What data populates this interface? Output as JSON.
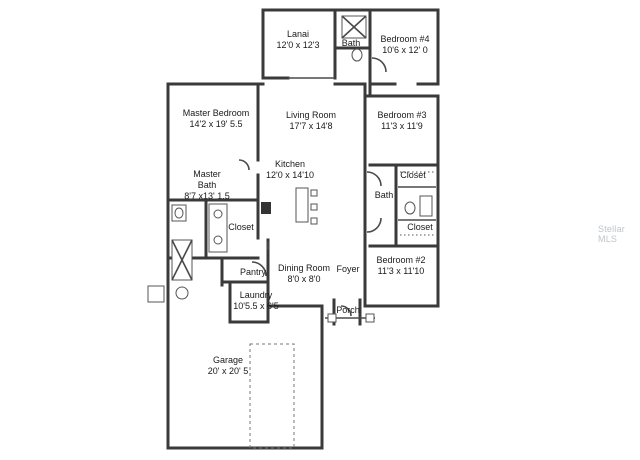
{
  "rooms": {
    "lanai": {
      "name": "Lanai",
      "dim": "12'0 x 12'3"
    },
    "bath_upper": {
      "name": "Bath"
    },
    "bedroom4": {
      "name": "Bedroom #4",
      "dim": "10'6 x 12' 0"
    },
    "master_bedroom": {
      "name": "Master Bedroom",
      "dim": "14'2 x 19' 5.5"
    },
    "living_room": {
      "name": "Living Room",
      "dim": "17'7 x 14'8"
    },
    "bedroom3": {
      "name": "Bedroom #3",
      "dim": "11'3 x 11'9"
    },
    "kitchen": {
      "name": "Kitchen",
      "dim": "12'0 x 14'10"
    },
    "master_bath": {
      "name": "Master",
      "name2": "Bath",
      "dim": "8'7 x13' 1.5"
    },
    "closet_master": {
      "name": "Closet"
    },
    "closet_b3": {
      "name": "Closet"
    },
    "bath_mid": {
      "name": "Bath"
    },
    "closet_b2": {
      "name": "Closet"
    },
    "pantry": {
      "name": "Pantry"
    },
    "dining_room": {
      "name": "Dining Room",
      "dim": "8'0 x 8'0"
    },
    "foyer": {
      "name": "Foyer"
    },
    "bedroom2": {
      "name": "Bedroom #2",
      "dim": "11'3 x 11'10"
    },
    "laundry": {
      "name": "Laundry",
      "dim": "10'5.5 x 6'5"
    },
    "porch": {
      "name": "Porch"
    },
    "garage": {
      "name": "Garage",
      "dim": "20' x 20' 5"
    }
  },
  "watermark": "Stellar MLS"
}
